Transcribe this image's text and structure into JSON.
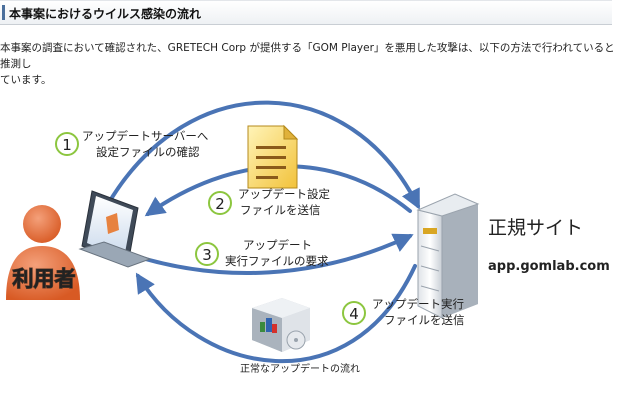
{
  "header": {
    "title": "本事案におけるウイルス感染の流れ"
  },
  "description": {
    "line1": "本事案の調査において確認された、GRETECH Corp が提供する「GOM Player」を悪用した攻撃は、以下の方法で行われていると推測し",
    "line2": "ています。"
  },
  "diagram": {
    "user_label": "利用者",
    "site_title": "正規サイト",
    "site_domain": "app.gomlab.com",
    "steps": [
      {
        "num": "1",
        "line1": "アップデートサーバーへ",
        "line2": "設定ファイルの確認"
      },
      {
        "num": "2",
        "line1": "アップデート設定",
        "line2": "ファイルを送信"
      },
      {
        "num": "3",
        "line1": "アップデート",
        "line2": "実行ファイルの要求"
      },
      {
        "num": "4",
        "line1": "アップデート実行",
        "line2": "ファイルを送信"
      }
    ],
    "caption": "正常なアップデートの流れ",
    "colors": {
      "arrow": "#4a74b5",
      "step_circle": "#8cc63f",
      "user": "#e06b35"
    }
  }
}
